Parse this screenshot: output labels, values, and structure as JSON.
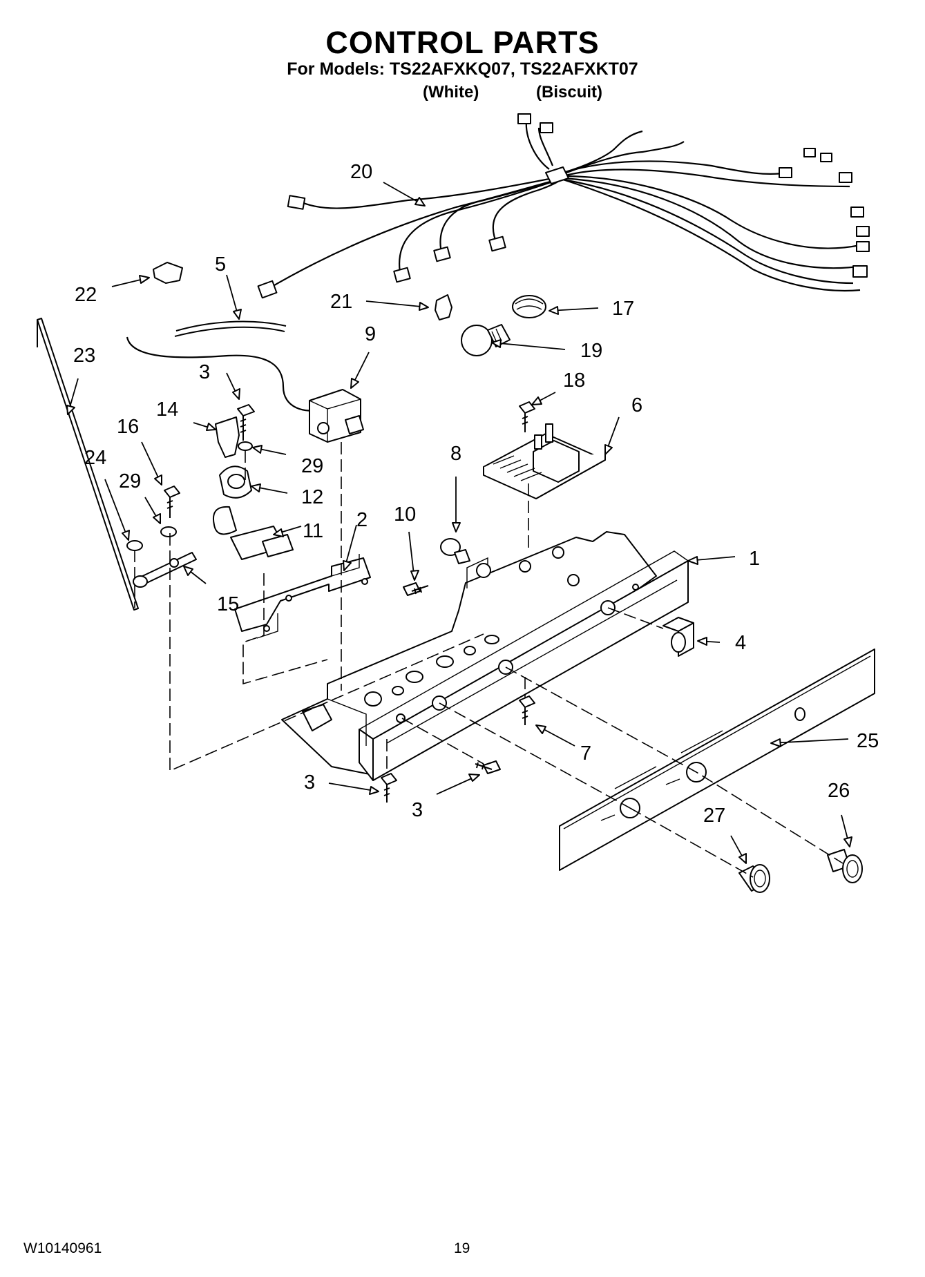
{
  "header": {
    "title": "CONTROL PARTS",
    "subtitle": "For Models: TS22AFXKQ07, TS22AFXKT07",
    "variant_white": "(White)",
    "variant_biscuit": "(Biscuit)"
  },
  "footer": {
    "doc_number": "W10140961",
    "page_number": "19"
  },
  "callouts": {
    "c1": "1",
    "c2": "2",
    "c3a": "3",
    "c3b": "3",
    "c3c": "3",
    "c4": "4",
    "c5": "5",
    "c6": "6",
    "c7": "7",
    "c8": "8",
    "c9": "9",
    "c10": "10",
    "c11": "11",
    "c12": "12",
    "c14": "14",
    "c15": "15",
    "c16": "16",
    "c17": "17",
    "c18": "18",
    "c19": "19",
    "c20": "20",
    "c21": "21",
    "c22": "22",
    "c23": "23",
    "c24": "24",
    "c25": "25",
    "c26": "26",
    "c27": "27",
    "c29a": "29",
    "c29b": "29"
  }
}
